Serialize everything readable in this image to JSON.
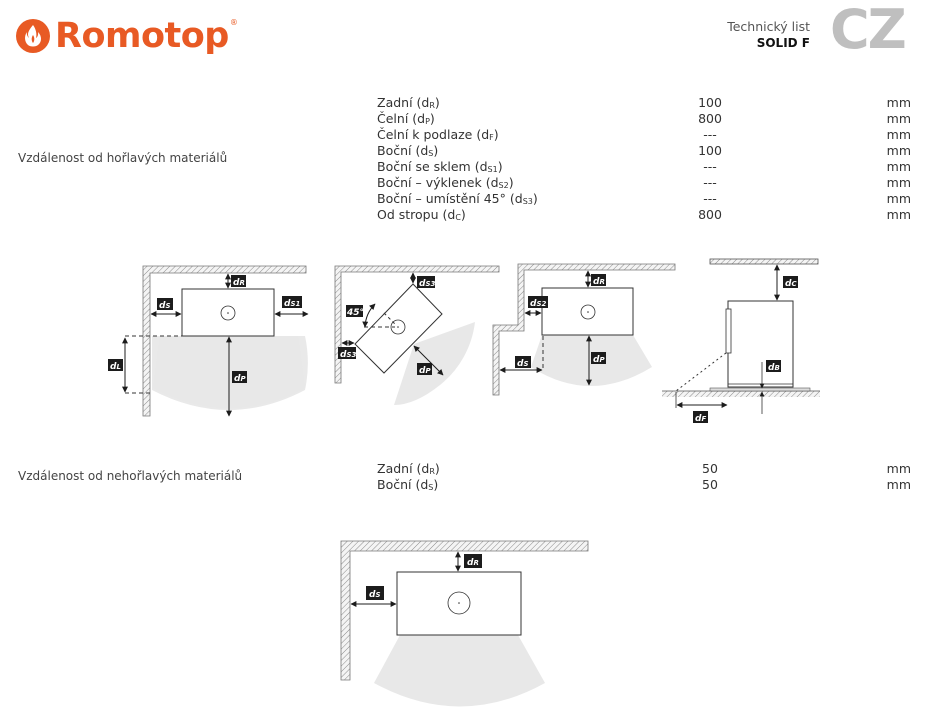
{
  "header": {
    "brand": "Romotop",
    "brand_mark": "®",
    "brand_color": "#e85a24",
    "document_type": "Technický list",
    "model": "SOLID F",
    "language_code": "CZ"
  },
  "flammable": {
    "section_label": "Vzdálenost od hořlavých materiálů",
    "rows": [
      {
        "name": "Zadní (d",
        "sub": "R",
        "close": ")",
        "value": "100",
        "unit": "mm"
      },
      {
        "name": "Čelní (d",
        "sub": "P",
        "close": ")",
        "value": "800",
        "unit": "mm"
      },
      {
        "name": "Čelní k podlaze (d",
        "sub": "F",
        "close": ")",
        "value": "---",
        "unit": "mm"
      },
      {
        "name": "Boční (d",
        "sub": "S",
        "close": ")",
        "value": "100",
        "unit": "mm"
      },
      {
        "name": "Boční se sklem (d",
        "sub": "S1",
        "close": ")",
        "value": "---",
        "unit": "mm"
      },
      {
        "name": "Boční – výklenek (d",
        "sub": "S2",
        "close": ")",
        "value": "---",
        "unit": "mm"
      },
      {
        "name": "Boční – umístění 45° (d",
        "sub": "S3",
        "close": ")",
        "value": "---",
        "unit": "mm"
      },
      {
        "name": "Od stropu (d",
        "sub": "C",
        "close": ")",
        "value": "800",
        "unit": "mm"
      }
    ]
  },
  "non_flammable": {
    "section_label": "Vzdálenost od nehořlavých materiálů",
    "rows": [
      {
        "name": "Zadní (d",
        "sub": "R",
        "close": ")",
        "value": "50",
        "unit": "mm"
      },
      {
        "name": "Boční (d",
        "sub": "S",
        "close": ")",
        "value": "50",
        "unit": "mm"
      }
    ]
  },
  "diagram_labels": {
    "d_r": {
      "main": "d",
      "sub": "R"
    },
    "d_s": {
      "main": "d",
      "sub": "S"
    },
    "d_s1": {
      "main": "d",
      "sub": "S1"
    },
    "d_s2": {
      "main": "d",
      "sub": "S2"
    },
    "d_s3": {
      "main": "d",
      "sub": "S3"
    },
    "d_l": {
      "main": "d",
      "sub": "L"
    },
    "d_p": {
      "main": "d",
      "sub": "P"
    },
    "d_c": {
      "main": "d",
      "sub": "C"
    },
    "d_b": {
      "main": "d",
      "sub": "B"
    },
    "d_f": {
      "main": "d",
      "sub": "F"
    },
    "angle": "45°"
  }
}
